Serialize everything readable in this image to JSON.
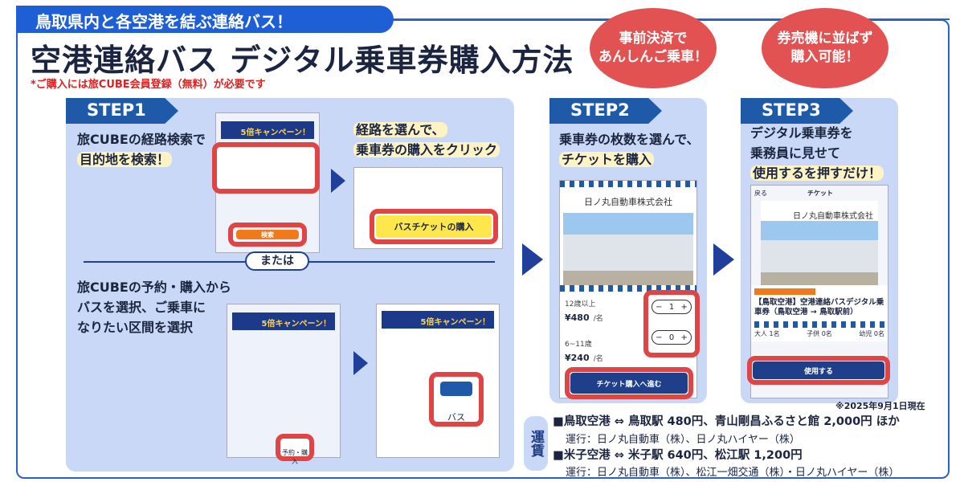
{
  "header": {
    "tagline": "鳥取県内と各空港を結ぶ連絡バス！",
    "title": "空港連絡バス デジタル乗車券購入方法",
    "note": "*ご購入には旅CUBE会員登録（無料）が必要です"
  },
  "bubbles": [
    "事前決済で\nあんしんご乗車！",
    "券売機に並ばず\n購入可能！"
  ],
  "step1": {
    "label": "STEP1",
    "text_a1": "旅CUBEの経路検索で",
    "text_a2": "目的地を検索！",
    "text_b1": "経路を選んで、",
    "text_b2": "乗車券の購入をクリック",
    "buy_button": "バスチケットの購入",
    "search_button": "検索",
    "campaign": "5倍キャンペーン！",
    "or": "または",
    "text_c1": "旅CUBEの予約・購入から",
    "text_c2": "バスを選択、ご乗車に",
    "text_c3": "なりたい区間を選択",
    "bus_label": "バス",
    "reserve_tab": "予約・購入"
  },
  "step2": {
    "label": "STEP2",
    "text1": "乗車券の枚数を選んで、",
    "text2": "チケットを購入",
    "company": "日ノ丸自動車株式会社",
    "rows": [
      {
        "age": "12歳以上",
        "price": "¥480",
        "unit": "/名",
        "qty": "1"
      },
      {
        "age": "6~11歳",
        "price": "¥240",
        "unit": "/名",
        "qty": "0"
      }
    ],
    "minus": "−",
    "plus": "+",
    "proceed": "チケット購入へ進む"
  },
  "step3": {
    "label": "STEP3",
    "text1": "デジタル乗車券を",
    "text2": "乗務員に見せて",
    "text3": "使用するを押すだけ！",
    "back": "戻る",
    "screen_title": "チケット",
    "company": "日ノ丸自動車株式会社",
    "ticket_name": "【鳥取空港】空港連絡バスデジタル乗車券（鳥取空港 → 鳥取駅前）",
    "counts": [
      "大人 1名",
      "子供 0名",
      "幼児 0名"
    ],
    "use_button": "使用する"
  },
  "fares": {
    "label": "運賃",
    "as_of": "※2025年9月1日現在",
    "lines": [
      {
        "route": "■鳥取空港 ⇔ 鳥取駅 480円、青山剛昌ふるさと館 2,000円 ほか",
        "operator": "運行：日ノ丸自動車（株）、日ノ丸ハイヤー（株）"
      },
      {
        "route": "■米子空港 ⇔ 米子駅 640円、松江駅 1,200円",
        "operator": "運行：日ノ丸自動車（株）、松江一畑交通（株）・日ノ丸ハイヤー（株）"
      }
    ]
  },
  "colors": {
    "accent": "#1f5fd6",
    "step": "#1f5aa8",
    "panel": "#c9d8f6",
    "highlight_red": "#e04545",
    "bubble": "#e25252"
  }
}
